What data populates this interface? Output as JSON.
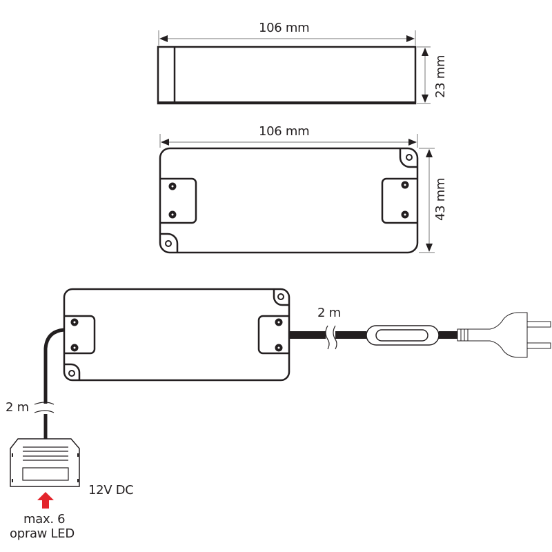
{
  "side_view": {
    "width_label": "106 mm",
    "height_label": "23 mm"
  },
  "top_view": {
    "width_label": "106 mm",
    "height_label": "43 mm"
  },
  "wiring": {
    "mains_cable_length": "2 m",
    "output_cable_length": "2 m",
    "output_voltage": "12V DC",
    "max_fixtures_line1": "max. 6",
    "max_fixtures_line2": "opraw LED"
  },
  "colors": {
    "line": "#231f20",
    "dimension": "#555555",
    "arrow_accent": "#e3242b"
  }
}
